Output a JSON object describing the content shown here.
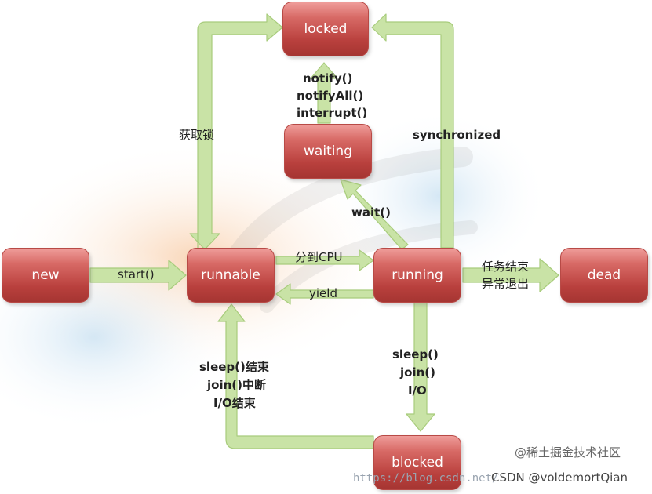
{
  "states": {
    "new": "new",
    "runnable": "runnable",
    "running": "running",
    "dead": "dead",
    "locked": "locked",
    "waiting": "waiting",
    "blocked": "blocked"
  },
  "transitions": {
    "start": "start()",
    "to_cpu": "分到CPU",
    "yield": "yield",
    "finish_line1": "任务结束",
    "finish_line2": "异常退出",
    "acquire_lock": "获取锁",
    "synchronized": "synchronized",
    "notify": "notify()",
    "notify_all": "notifyAll()",
    "interrupt": "interrupt()",
    "wait": "wait()",
    "sleep": "sleep()",
    "join": "join()",
    "io": "I/O",
    "sleep_end": "sleep()结束",
    "join_interrupt": "join()中断",
    "io_end": "I/O结束"
  },
  "watermarks": {
    "url": "https://blog.csdn.net/",
    "credit": "CSDN @voldemortQian",
    "site": "@稀土掘金技术社区"
  },
  "colors": {
    "arrow": "#c9e3a6",
    "arrow_edge": "#a8cc7c",
    "state_top": "#ef9d9a",
    "state_bottom": "#a53532"
  }
}
